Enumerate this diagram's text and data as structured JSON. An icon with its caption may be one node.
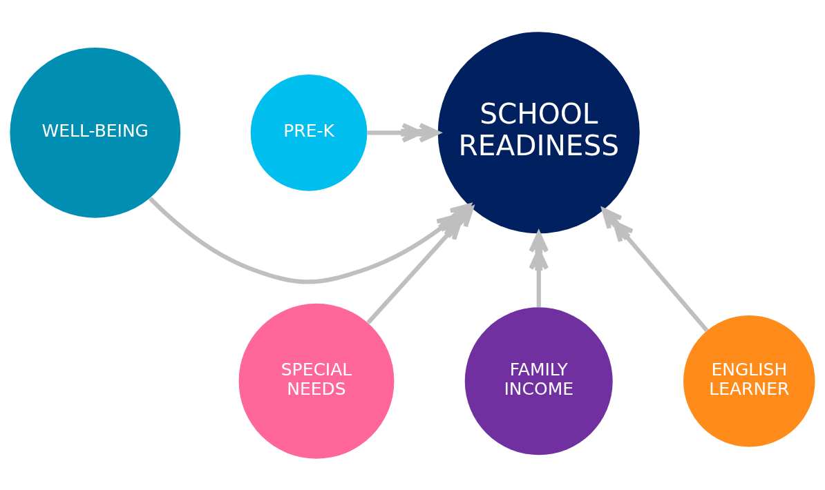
{
  "diagram": {
    "nodes": [
      {
        "text": [
          "WELL-BEING"
        ]
      },
      {
        "text": [
          "SCHOOL READINESS"
        ]
      },
      {
        "text": [
          "PRE-K"
        ]
      },
      {
        "text": [
          "SPECIAL NEEDS"
        ]
      },
      {
        "text": [
          "FAMILY INCOME"
        ]
      },
      {
        "text": [
          "ENGLISH LEARNER"
        ]
      }
    ],
    "edges": [
      {
        "from": 0,
        "to": 1,
        "arrow": "to"
      },
      {
        "from": 2,
        "to": 1,
        "arrow": "to"
      },
      {
        "from": 3,
        "to": 1,
        "arrow": "to"
      },
      {
        "from": 4,
        "to": 1,
        "arrow": "to"
      },
      {
        "from": 5,
        "to": 1,
        "arrow": "to"
      }
    ]
  }
}
